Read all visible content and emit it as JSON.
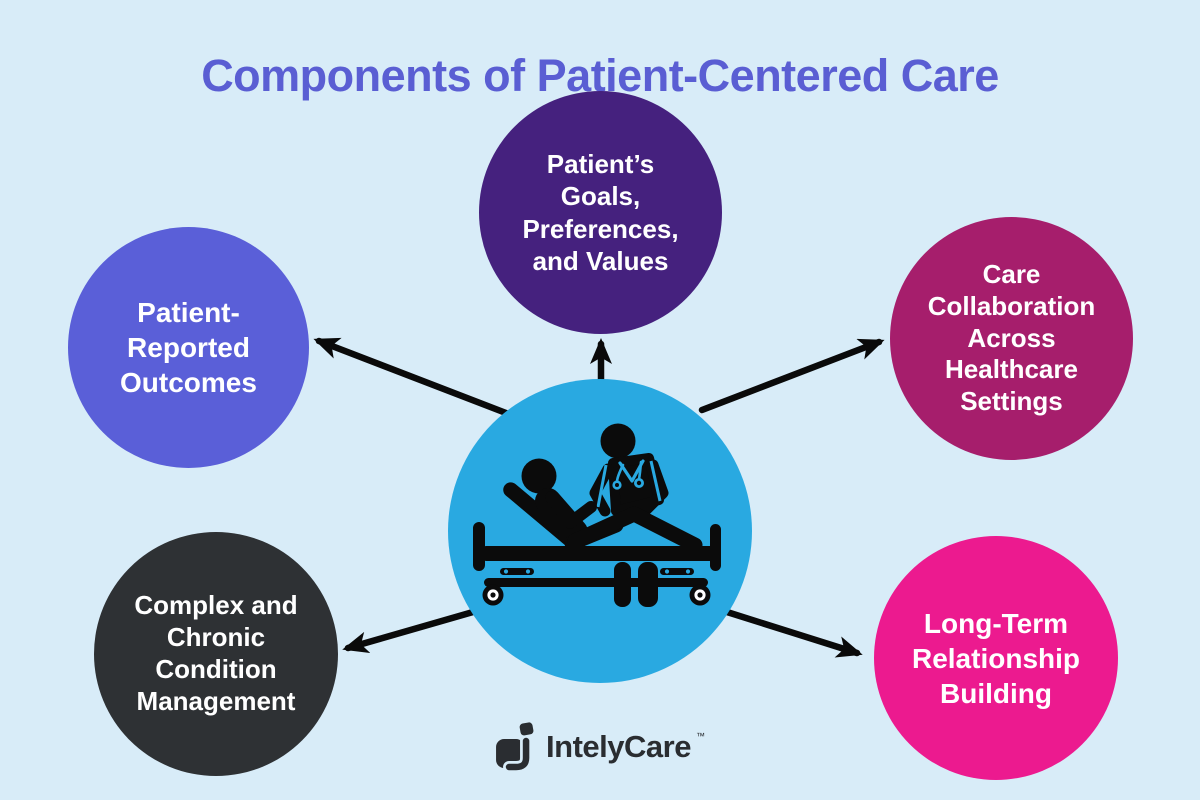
{
  "title": "Components of Patient-Centered Care",
  "colors": {
    "background": "#D8ECF8",
    "title": "#5A5ED3",
    "arrow": "#0A0A0A",
    "center_circle": "#29A9E1",
    "pictogram": "#0B0B0B",
    "logo": "#2A2D31"
  },
  "center": {
    "icon": "patient-in-bed-with-clinician-icon",
    "color": "#29A9E1"
  },
  "nodes": [
    {
      "id": "patients-goals-preferences-values",
      "lines": [
        "Patient’s",
        "Goals,",
        "Preferences,",
        "and Values"
      ],
      "color": "#45217E",
      "position": "top"
    },
    {
      "id": "patient-reported-outcomes",
      "lines": [
        "Patient-",
        "Reported",
        "Outcomes"
      ],
      "color": "#5A5FD8",
      "position": "upper-left"
    },
    {
      "id": "care-collaboration-across-healthcare-settings",
      "lines": [
        "Care",
        "Collaboration",
        "Across",
        "Healthcare",
        "Settings"
      ],
      "color": "#A61E6C",
      "position": "upper-right"
    },
    {
      "id": "complex-and-chronic-condition-management",
      "lines": [
        "Complex and",
        "Chronic",
        "Condition",
        "Management"
      ],
      "color": "#2E3134",
      "position": "lower-left"
    },
    {
      "id": "long-term-relationship-building",
      "lines": [
        "Long-Term",
        "Relationship",
        "Building"
      ],
      "color": "#EC1A8F",
      "position": "lower-right"
    }
  ],
  "logo": {
    "text": "IntelyCare",
    "tm": "™"
  }
}
